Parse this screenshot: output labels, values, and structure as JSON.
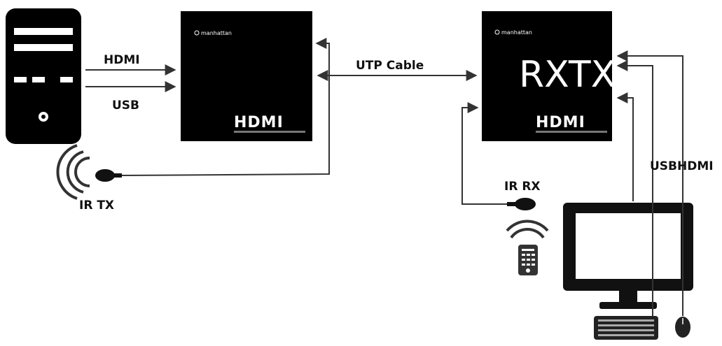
{
  "labels": {
    "hdmi": "HDMI",
    "usb": "USB",
    "utp_cable": "UTP Cable",
    "ir_tx": "IR TX",
    "ir_rx": "IR RX",
    "rx_usb_hdmi": "USBHDMI"
  },
  "transmitter": {
    "brand": "manhattan",
    "logo": "HDMI"
  },
  "receiver": {
    "brand": "manhattan",
    "logo": "HDMI",
    "overlay": "RXTX"
  },
  "colors": {
    "device": "#000000",
    "line": "#333333",
    "background": "#ffffff"
  },
  "icons": {
    "source_pc": "computer-tower-icon",
    "monitor": "monitor-icon",
    "keyboard": "keyboard-icon",
    "mouse": "mouse-icon",
    "remote": "remote-control-icon",
    "ir_tx_sensor": "ir-sensor-icon",
    "ir_rx_sensor": "ir-sensor-icon"
  }
}
